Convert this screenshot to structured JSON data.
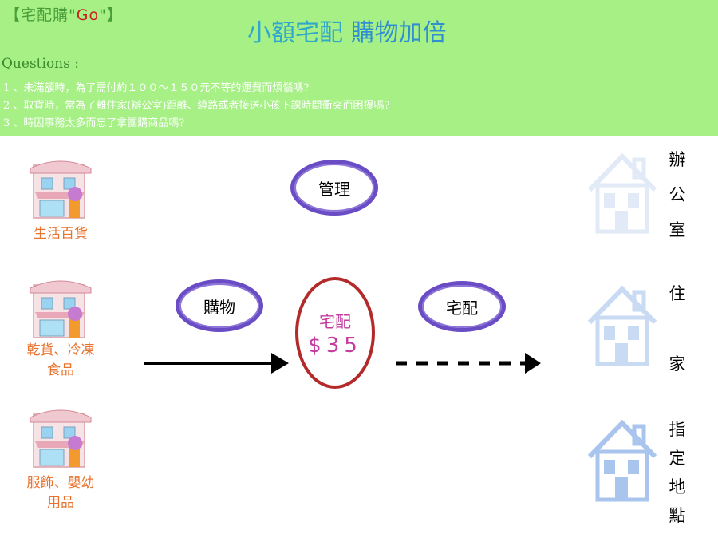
{
  "brand": {
    "prefix": "【宅配購\"",
    "go": "Go",
    "suffix": "\"】"
  },
  "headline": {
    "part1": "小額宅配",
    "part2": "購物加倍"
  },
  "questions": {
    "title": "Questions :",
    "items": [
      "1 、未滿額時，為了需付約１００～１５０元不等的運費而煩惱嗎?",
      "2 、取貨時，常為了離住家(辦公室)距離、繞路或者接送小孩下課時間衝突而困擾嗎?",
      "3 、時因事務太多而忘了拿團購商品嗎?"
    ]
  },
  "stores": [
    {
      "label_lines": [
        "生活百貨"
      ]
    },
    {
      "label_lines": [
        "乾貨、冷凍",
        "食品"
      ]
    },
    {
      "label_lines": [
        "服飾、嬰幼",
        "用品"
      ]
    }
  ],
  "flow": {
    "manage": "管理",
    "shop": "購物",
    "center_title": "宅配",
    "center_price": "$35",
    "deliver": "宅配"
  },
  "destinations": {
    "office": [
      "辦",
      "公",
      "室"
    ],
    "home": [
      "住",
      "家"
    ],
    "designated": [
      "指",
      "定",
      "地",
      "點"
    ]
  },
  "colors": {
    "banner": "#a6f086",
    "store_label": "#e8732e",
    "oval_border": "#6a4cc4",
    "center_border": "#b32a2a",
    "price": "#c43a9e"
  }
}
